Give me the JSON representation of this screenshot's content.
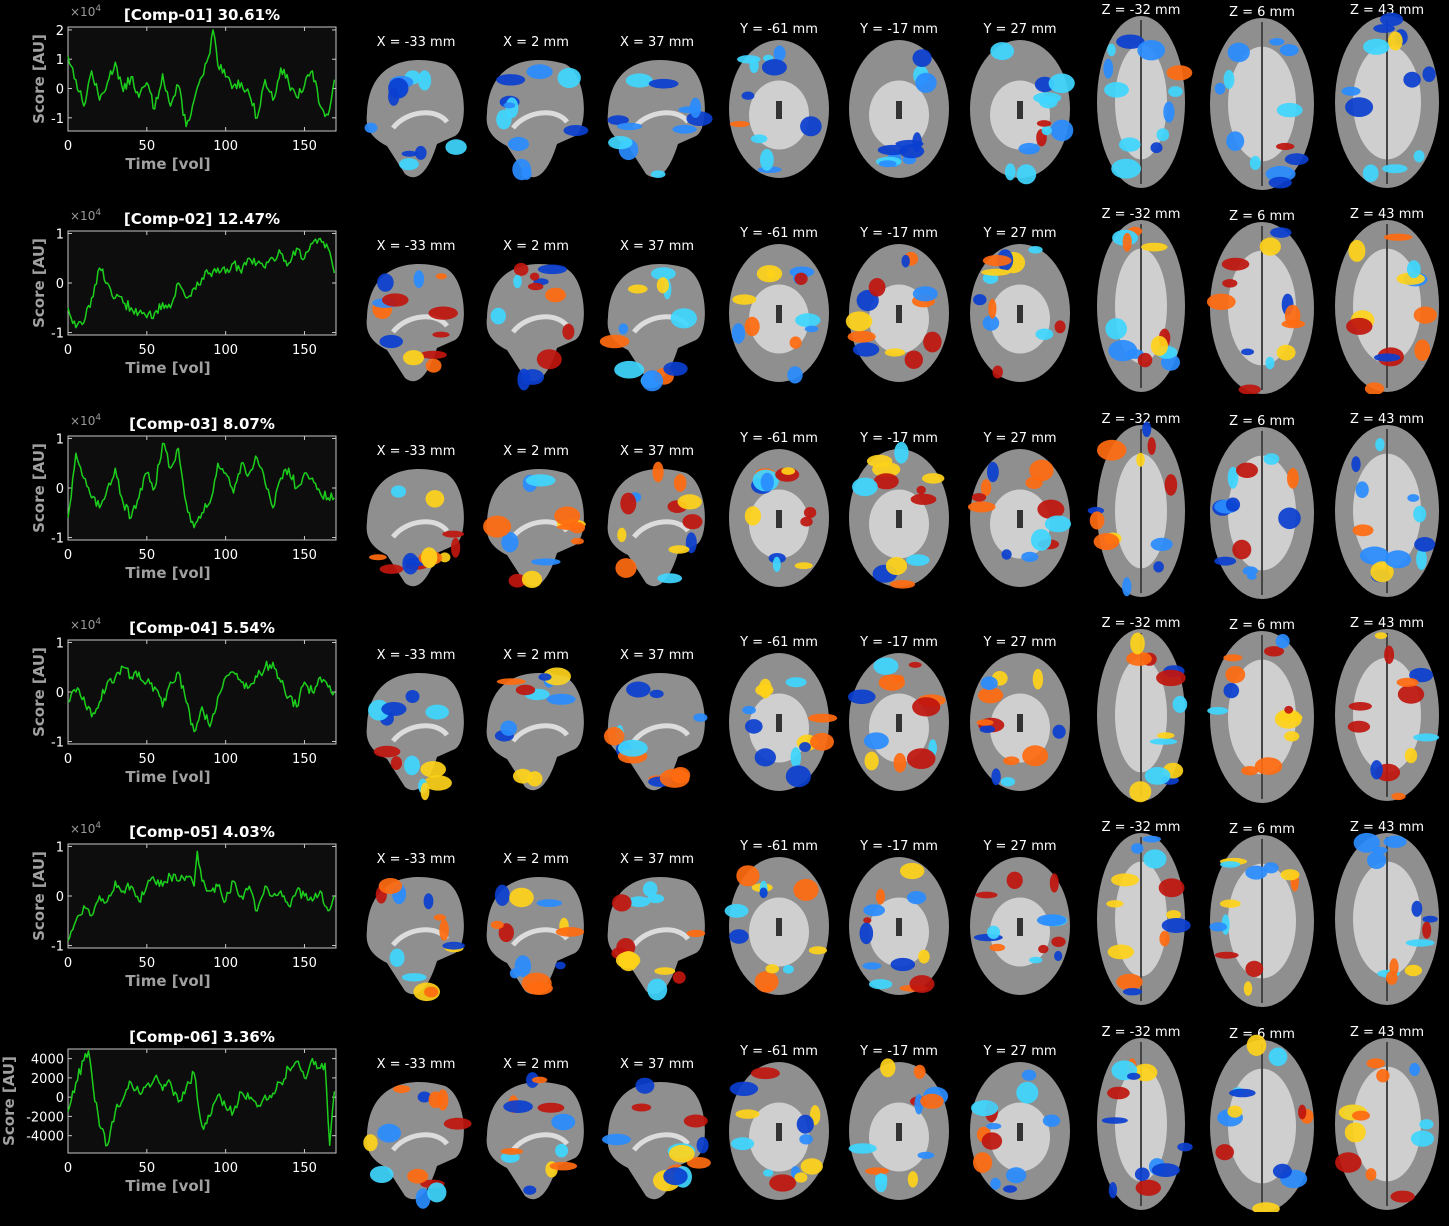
{
  "figure": {
    "xlabel": "Time [vol]",
    "ylabel": "Score [AU]",
    "line_color": "#1ccf1c",
    "axes_bg": "#0d0d0d",
    "positive_colors": [
      "#c0150e",
      "#ff6a10",
      "#ffd21a"
    ],
    "negative_colors": [
      "#0a3fd0",
      "#2a8cff",
      "#3fd6ff"
    ]
  },
  "slice_labels": [
    "X = -33 mm",
    "X = 2 mm",
    "X = 37 mm",
    "Y = -61 mm",
    "Y = -17 mm",
    "Y = 27 mm",
    "Z = -32 mm",
    "Z = 6 mm",
    "Z = 43 mm"
  ],
  "slice_views": [
    "sagittal",
    "sagittal",
    "sagittal",
    "coronal",
    "coronal",
    "coronal",
    "axial",
    "axial",
    "axial"
  ],
  "chart_data": [
    {
      "type": "line",
      "title": "[Comp-01] 30.61%",
      "multiplier": "×10",
      "multiplier_exp": "4",
      "xlabel": "Time [vol]",
      "ylabel": "Score [AU]",
      "xlim": [
        0,
        170
      ],
      "ylim": [
        -1.45,
        2.1
      ],
      "xticks": [
        0,
        50,
        100,
        150
      ],
      "xtick_labels": [
        "0",
        "50",
        "100",
        "150"
      ],
      "yticks": [
        2,
        1,
        0,
        -1
      ],
      "ytick_labels": [
        "2",
        "1",
        "0",
        "-1"
      ],
      "x": [
        0,
        5,
        10,
        15,
        20,
        25,
        30,
        35,
        40,
        45,
        50,
        55,
        60,
        65,
        70,
        75,
        80,
        85,
        90,
        92,
        95,
        100,
        105,
        110,
        115,
        120,
        125,
        130,
        135,
        140,
        145,
        150,
        155,
        160,
        165,
        169
      ],
      "series": [
        {
          "values": [
            1.1,
            0.3,
            -0.6,
            0.6,
            -0.4,
            0.2,
            0.9,
            -0.1,
            0.4,
            -0.3,
            0.2,
            -0.7,
            0.5,
            -0.6,
            0.1,
            -1.3,
            -0.4,
            0.4,
            1.2,
            2.0,
            0.8,
            0.4,
            0.1,
            0.2,
            -0.2,
            -1.0,
            0.3,
            -0.4,
            0.7,
            0.2,
            -0.3,
            0.1,
            0.6,
            -0.6,
            -0.9,
            0.3
          ]
        }
      ]
    },
    {
      "type": "line",
      "title": "[Comp-02] 12.47%",
      "multiplier": "×10",
      "multiplier_exp": "4",
      "xlabel": "Time [vol]",
      "ylabel": "Score [AU]",
      "xlim": [
        0,
        170
      ],
      "ylim": [
        -1.05,
        1.05
      ],
      "xticks": [
        0,
        50,
        100,
        150
      ],
      "xtick_labels": [
        "0",
        "50",
        "100",
        "150"
      ],
      "yticks": [
        1,
        0,
        -1
      ],
      "ytick_labels": [
        "1",
        "0",
        "-1"
      ],
      "x": [
        0,
        5,
        10,
        15,
        20,
        25,
        30,
        35,
        40,
        45,
        50,
        55,
        60,
        65,
        70,
        75,
        80,
        85,
        90,
        95,
        100,
        105,
        110,
        115,
        120,
        125,
        130,
        135,
        140,
        145,
        150,
        155,
        160,
        165,
        169
      ],
      "series": [
        {
          "values": [
            -0.5,
            -0.9,
            -0.8,
            -0.3,
            0.3,
            0.0,
            -0.3,
            -0.4,
            -0.5,
            -0.6,
            -0.7,
            -0.6,
            -0.4,
            -0.5,
            0.0,
            -0.3,
            -0.1,
            0.1,
            0.2,
            0.3,
            0.2,
            0.4,
            0.2,
            0.5,
            0.4,
            0.3,
            0.5,
            0.6,
            0.4,
            0.7,
            0.5,
            0.8,
            0.9,
            0.7,
            0.2
          ]
        }
      ]
    },
    {
      "type": "line",
      "title": "[Comp-03] 8.07%",
      "multiplier": "×10",
      "multiplier_exp": "4",
      "xlabel": "Time [vol]",
      "ylabel": "Score [AU]",
      "xlim": [
        0,
        170
      ],
      "ylim": [
        -1.05,
        1.05
      ],
      "xticks": [
        0,
        50,
        100,
        150
      ],
      "xtick_labels": [
        "0",
        "50",
        "100",
        "150"
      ],
      "yticks": [
        1,
        0,
        -1
      ],
      "ytick_labels": [
        "1",
        "0",
        "-1"
      ],
      "x": [
        0,
        5,
        10,
        15,
        20,
        25,
        30,
        35,
        40,
        45,
        50,
        55,
        60,
        65,
        70,
        75,
        80,
        85,
        90,
        95,
        100,
        105,
        110,
        115,
        120,
        125,
        130,
        135,
        140,
        145,
        150,
        155,
        160,
        165,
        169
      ],
      "series": [
        {
          "values": [
            -0.6,
            0.7,
            0.2,
            -0.2,
            -0.4,
            0.0,
            0.4,
            -0.3,
            -0.6,
            -0.2,
            0.3,
            0.0,
            0.9,
            0.4,
            0.8,
            -0.3,
            -0.8,
            -0.5,
            -0.3,
            0.5,
            0.3,
            -0.1,
            0.5,
            0.3,
            0.6,
            0.1,
            -0.4,
            0.2,
            0.4,
            0.0,
            0.3,
            0.2,
            -0.1,
            -0.2,
            -0.2
          ]
        }
      ]
    },
    {
      "type": "line",
      "title": "[Comp-04] 5.54%",
      "multiplier": "×10",
      "multiplier_exp": "4",
      "xlabel": "Time [vol]",
      "ylabel": "Score [AU]",
      "xlim": [
        0,
        170
      ],
      "ylim": [
        -1.05,
        1.05
      ],
      "xticks": [
        0,
        50,
        100,
        150
      ],
      "xtick_labels": [
        "0",
        "50",
        "100",
        "150"
      ],
      "yticks": [
        1,
        0,
        -1
      ],
      "ytick_labels": [
        "1",
        "0",
        "-1"
      ],
      "x": [
        0,
        5,
        10,
        15,
        20,
        25,
        30,
        35,
        40,
        45,
        50,
        55,
        60,
        65,
        70,
        75,
        80,
        85,
        90,
        95,
        100,
        105,
        110,
        115,
        120,
        125,
        130,
        135,
        140,
        145,
        150,
        155,
        160,
        165,
        169
      ],
      "series": [
        {
          "values": [
            -0.2,
            0.0,
            -0.1,
            -0.5,
            -0.2,
            0.2,
            0.3,
            0.5,
            0.3,
            0.4,
            0.2,
            0.1,
            -0.3,
            0.2,
            0.4,
            -0.2,
            -0.8,
            -0.3,
            -0.7,
            -0.1,
            0.3,
            0.4,
            0.2,
            0.1,
            0.3,
            0.5,
            0.6,
            0.2,
            -0.1,
            -0.3,
            0.2,
            0.0,
            0.3,
            0.1,
            0.0
          ]
        }
      ]
    },
    {
      "type": "line",
      "title": "[Comp-05] 4.03%",
      "multiplier": "×10",
      "multiplier_exp": "4",
      "xlabel": "Time [vol]",
      "ylabel": "Score [AU]",
      "xlim": [
        0,
        170
      ],
      "ylim": [
        -1.05,
        1.05
      ],
      "xticks": [
        0,
        50,
        100,
        150
      ],
      "xtick_labels": [
        "0",
        "50",
        "100",
        "150"
      ],
      "yticks": [
        1,
        0,
        -1
      ],
      "ytick_labels": [
        "1",
        "0",
        "-1"
      ],
      "x": [
        0,
        5,
        10,
        15,
        20,
        25,
        30,
        35,
        40,
        45,
        50,
        55,
        60,
        65,
        70,
        75,
        80,
        82,
        85,
        90,
        95,
        100,
        105,
        110,
        115,
        120,
        125,
        130,
        135,
        140,
        145,
        150,
        155,
        160,
        165,
        169
      ],
      "series": [
        {
          "values": [
            -0.9,
            -0.5,
            -0.2,
            -0.4,
            0.0,
            -0.1,
            0.3,
            0.1,
            0.2,
            -0.1,
            0.2,
            0.3,
            0.2,
            0.4,
            0.3,
            0.4,
            0.2,
            0.9,
            0.3,
            0.1,
            0.2,
            -0.1,
            0.3,
            0.0,
            0.2,
            -0.3,
            0.2,
            0.0,
            0.1,
            -0.2,
            0.1,
            0.0,
            -0.1,
            0.1,
            -0.3,
            0.0
          ]
        }
      ]
    },
    {
      "type": "line",
      "title": "[Comp-06] 3.36%",
      "xlabel": "Time [vol]",
      "ylabel": "Score [AU]",
      "xlim": [
        0,
        170
      ],
      "ylim": [
        -5800,
        5000
      ],
      "xticks": [
        0,
        50,
        100,
        150
      ],
      "xtick_labels": [
        "0",
        "50",
        "100",
        "150"
      ],
      "yticks": [
        4000,
        2000,
        0,
        -2000,
        -4000
      ],
      "ytick_labels": [
        "4000",
        "2000",
        "0",
        "-2000",
        "-4000"
      ],
      "x": [
        0,
        5,
        10,
        13,
        16,
        20,
        25,
        30,
        35,
        40,
        45,
        50,
        55,
        60,
        65,
        70,
        75,
        80,
        85,
        90,
        95,
        100,
        105,
        110,
        115,
        120,
        125,
        130,
        135,
        140,
        145,
        150,
        155,
        160,
        163,
        166,
        169
      ],
      "series": [
        {
          "values": [
            -1500,
            1500,
            3800,
            4800,
            1000,
            -3000,
            -5000,
            -1500,
            -200,
            1500,
            500,
            1300,
            2000,
            700,
            1500,
            -500,
            1000,
            2500,
            -3000,
            -2000,
            200,
            -1000,
            -1500,
            500,
            -200,
            -1000,
            200,
            400,
            1500,
            3000,
            3700,
            2000,
            4000,
            3000,
            3500,
            -5000,
            600
          ]
        }
      ]
    }
  ]
}
